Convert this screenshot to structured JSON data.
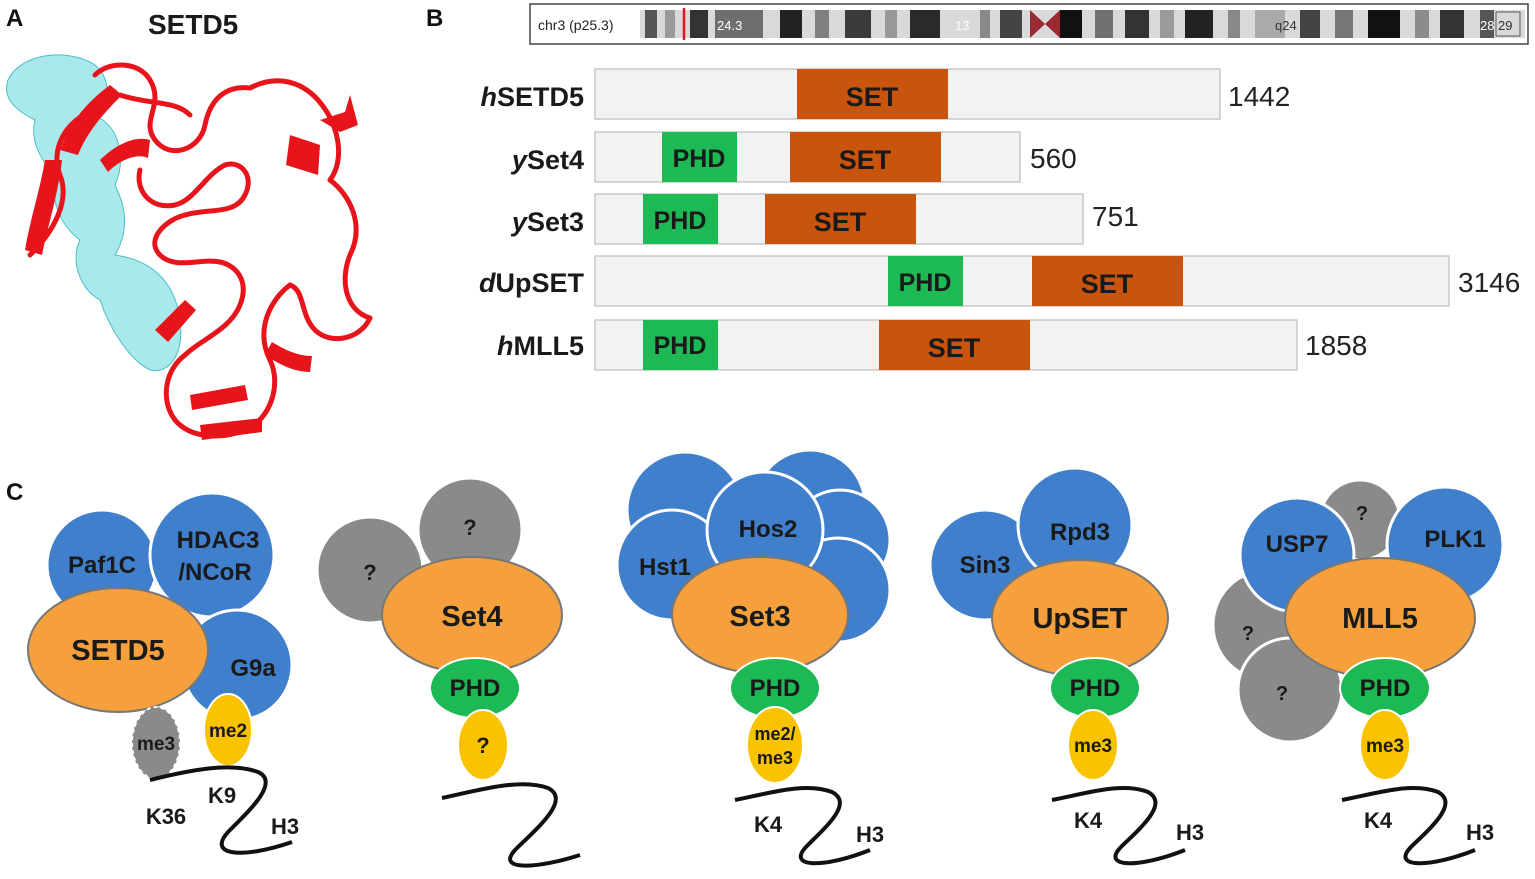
{
  "panels": {
    "a": {
      "letter": "A",
      "title": "SETD5"
    },
    "b": {
      "letter": "B"
    },
    "c": {
      "letter": "C"
    }
  },
  "ideogram": {
    "chrom_label": "chr3 (p25.3)",
    "bands": [
      "24.3",
      "13",
      "q24",
      "28",
      "29"
    ]
  },
  "domains": {
    "phd": "PHD",
    "set": "SET",
    "colors": {
      "phd": "#1db954",
      "set": "#c8540e",
      "backbone": "#f2f2f2"
    }
  },
  "proteins": [
    {
      "prefix": "h",
      "name": "SETD5",
      "length": "1442"
    },
    {
      "prefix": "y",
      "name": "Set4",
      "length": "560"
    },
    {
      "prefix": "y",
      "name": "Set3",
      "length": "751"
    },
    {
      "prefix": "d",
      "name": "UpSET",
      "length": "3146"
    },
    {
      "prefix": "h",
      "name": "MLL5",
      "length": "1858"
    }
  ],
  "complexes": {
    "setd5": {
      "core": "SETD5",
      "partners": [
        "Paf1C",
        "HDAC3",
        "/NCoR",
        "G9a"
      ],
      "marks": [
        "me3",
        "me2"
      ],
      "residues": [
        "K36",
        "K9",
        "H3"
      ]
    },
    "set4": {
      "core": "Set4",
      "reader": "PHD",
      "unknown": "?",
      "partners": [
        "?",
        "?"
      ]
    },
    "set3": {
      "core": "Set3",
      "reader": "PHD",
      "partners": [
        "Hos2",
        "Hst1"
      ],
      "marks": [
        "me2/",
        "me3"
      ],
      "residues": [
        "K4",
        "H3"
      ]
    },
    "upset": {
      "core": "UpSET",
      "reader": "PHD",
      "partners": [
        "Rpd3",
        "Sin3"
      ],
      "marks": [
        "me3"
      ],
      "residues": [
        "K4",
        "H3"
      ]
    },
    "mll5": {
      "core": "MLL5",
      "reader": "PHD",
      "partners": [
        "USP7",
        "PLK1",
        "?",
        "?",
        "?"
      ],
      "marks": [
        "me3"
      ],
      "residues": [
        "K4",
        "H3"
      ]
    }
  },
  "colors": {
    "core": "#f5a03c",
    "partner": "#3f7fcb",
    "unknown": "#8a8a8a",
    "reader": "#1db954",
    "mark": "#f9c300",
    "ribbon": "#e8141b",
    "surface": "#6fd8dd"
  }
}
